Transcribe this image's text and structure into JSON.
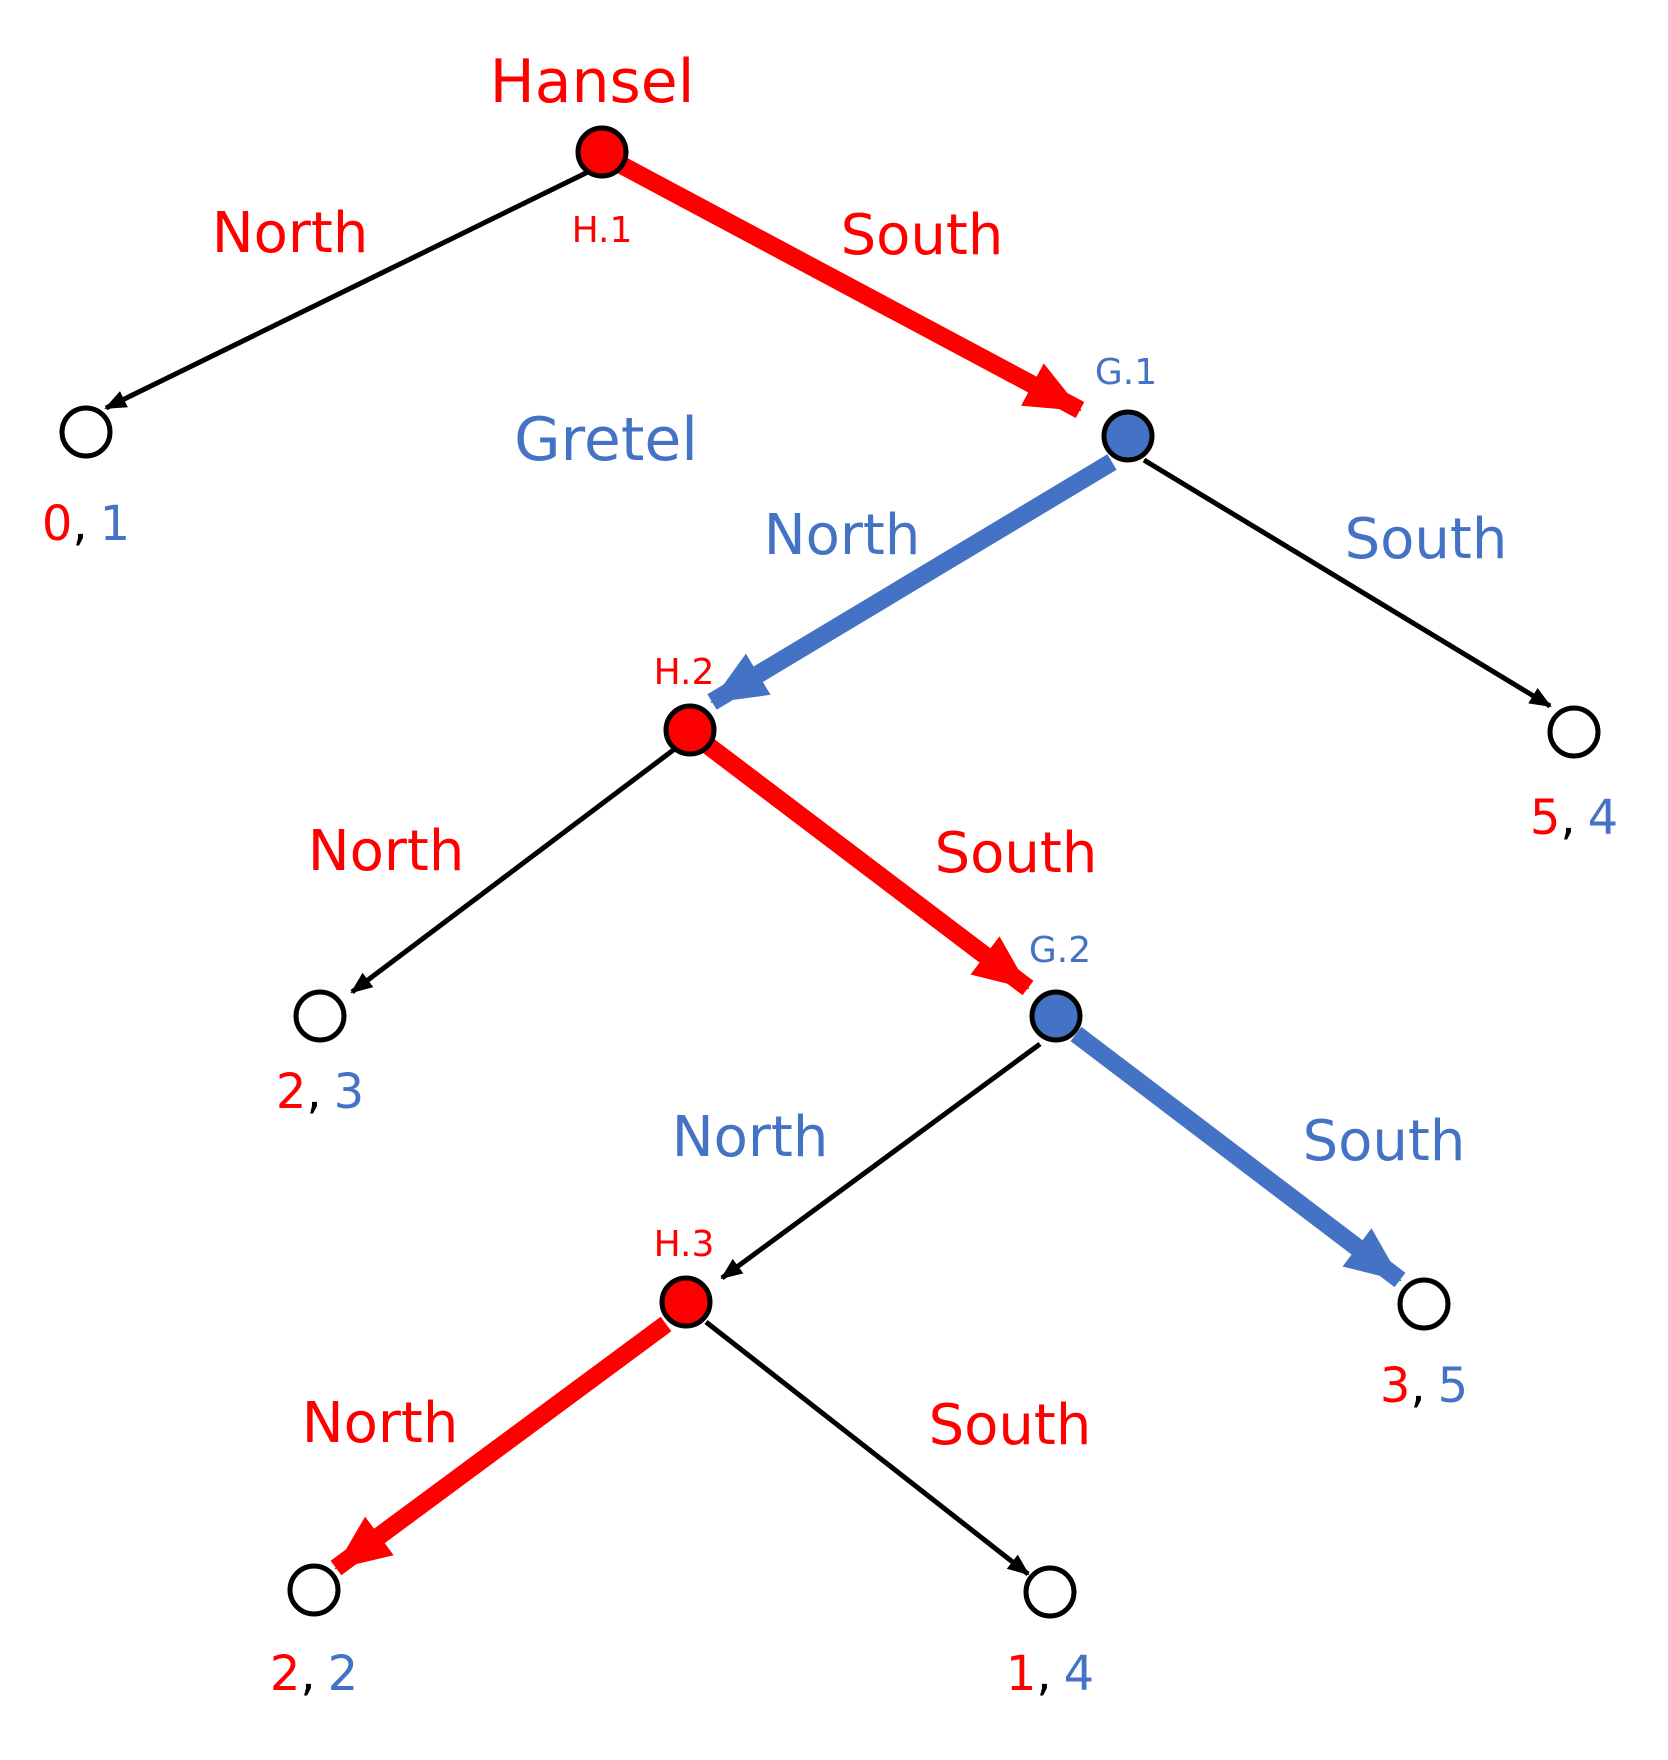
{
  "colors": {
    "hansel": "#ff0000",
    "gretel": "#4472c4",
    "edge": "#000000",
    "terminal_fill": "#ffffff"
  },
  "players": {
    "hansel": "Hansel",
    "gretel": "Gretel"
  },
  "nodes": {
    "H1": {
      "id_label": "H.1",
      "player": "hansel"
    },
    "G1": {
      "id_label": "G.1",
      "player": "gretel"
    },
    "H2": {
      "id_label": "H.2",
      "player": "hansel"
    },
    "G2": {
      "id_label": "G.2",
      "player": "gretel"
    },
    "H3": {
      "id_label": "H.3",
      "player": "hansel"
    }
  },
  "edges": {
    "h1_north": {
      "label": "North",
      "player": "hansel",
      "chosen": false
    },
    "h1_south": {
      "label": "South",
      "player": "hansel",
      "chosen": true
    },
    "g1_north": {
      "label": "North",
      "player": "gretel",
      "chosen": true
    },
    "g1_south": {
      "label": "South",
      "player": "gretel",
      "chosen": false
    },
    "h2_north": {
      "label": "North",
      "player": "hansel",
      "chosen": false
    },
    "h2_south": {
      "label": "South",
      "player": "hansel",
      "chosen": true
    },
    "g2_north": {
      "label": "North",
      "player": "gretel",
      "chosen": false
    },
    "g2_south": {
      "label": "South",
      "player": "gretel",
      "chosen": true
    },
    "h3_north": {
      "label": "North",
      "player": "hansel",
      "chosen": true
    },
    "h3_south": {
      "label": "South",
      "player": "hansel",
      "chosen": false
    }
  },
  "payoffs": {
    "t1": {
      "hansel": "0",
      "sep": ",",
      "gretel": "1"
    },
    "t2": {
      "hansel": "5",
      "sep": ",",
      "gretel": "4"
    },
    "t3": {
      "hansel": "2",
      "sep": ",",
      "gretel": "3"
    },
    "t4": {
      "hansel": "3",
      "sep": ",",
      "gretel": "5"
    },
    "t5": {
      "hansel": "2",
      "sep": ",",
      "gretel": "2"
    },
    "t6": {
      "hansel": "1",
      "sep": ",",
      "gretel": "4"
    }
  }
}
